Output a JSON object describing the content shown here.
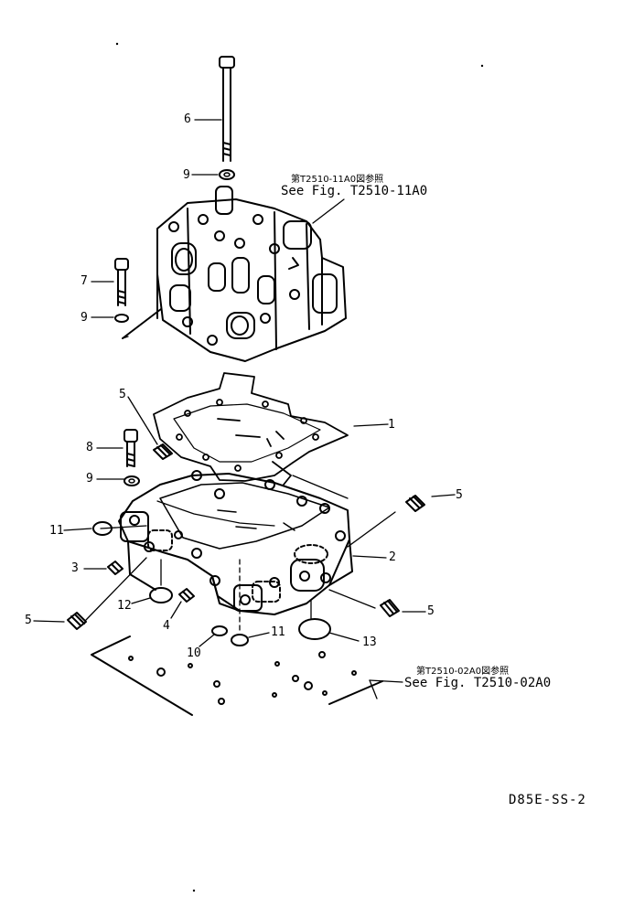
{
  "callouts": [
    {
      "id": "6",
      "text": "6"
    },
    {
      "id": "9a",
      "text": "9"
    },
    {
      "id": "7",
      "text": "7"
    },
    {
      "id": "9b",
      "text": "9"
    },
    {
      "id": "5a",
      "text": "5"
    },
    {
      "id": "1",
      "text": "1"
    },
    {
      "id": "8",
      "text": "8"
    },
    {
      "id": "9c",
      "text": "9"
    },
    {
      "id": "5b",
      "text": "5"
    },
    {
      "id": "11a",
      "text": "11"
    },
    {
      "id": "2",
      "text": "2"
    },
    {
      "id": "3",
      "text": "3"
    },
    {
      "id": "12",
      "text": "12"
    },
    {
      "id": "4",
      "text": "4"
    },
    {
      "id": "5c",
      "text": "5"
    },
    {
      "id": "5d",
      "text": "5"
    },
    {
      "id": "10",
      "text": "10"
    },
    {
      "id": "11b",
      "text": "11"
    },
    {
      "id": "13",
      "text": "13"
    }
  ],
  "references": {
    "top": {
      "jp": "第T2510-11A0図参照",
      "en": "See Fig. T2510-11A0"
    },
    "bottom": {
      "jp": "第T2510-02A0図参照",
      "en": "See Fig. T2510-02A0"
    }
  },
  "drawing_code": "D85E-SS-2",
  "line_color": "#000000"
}
